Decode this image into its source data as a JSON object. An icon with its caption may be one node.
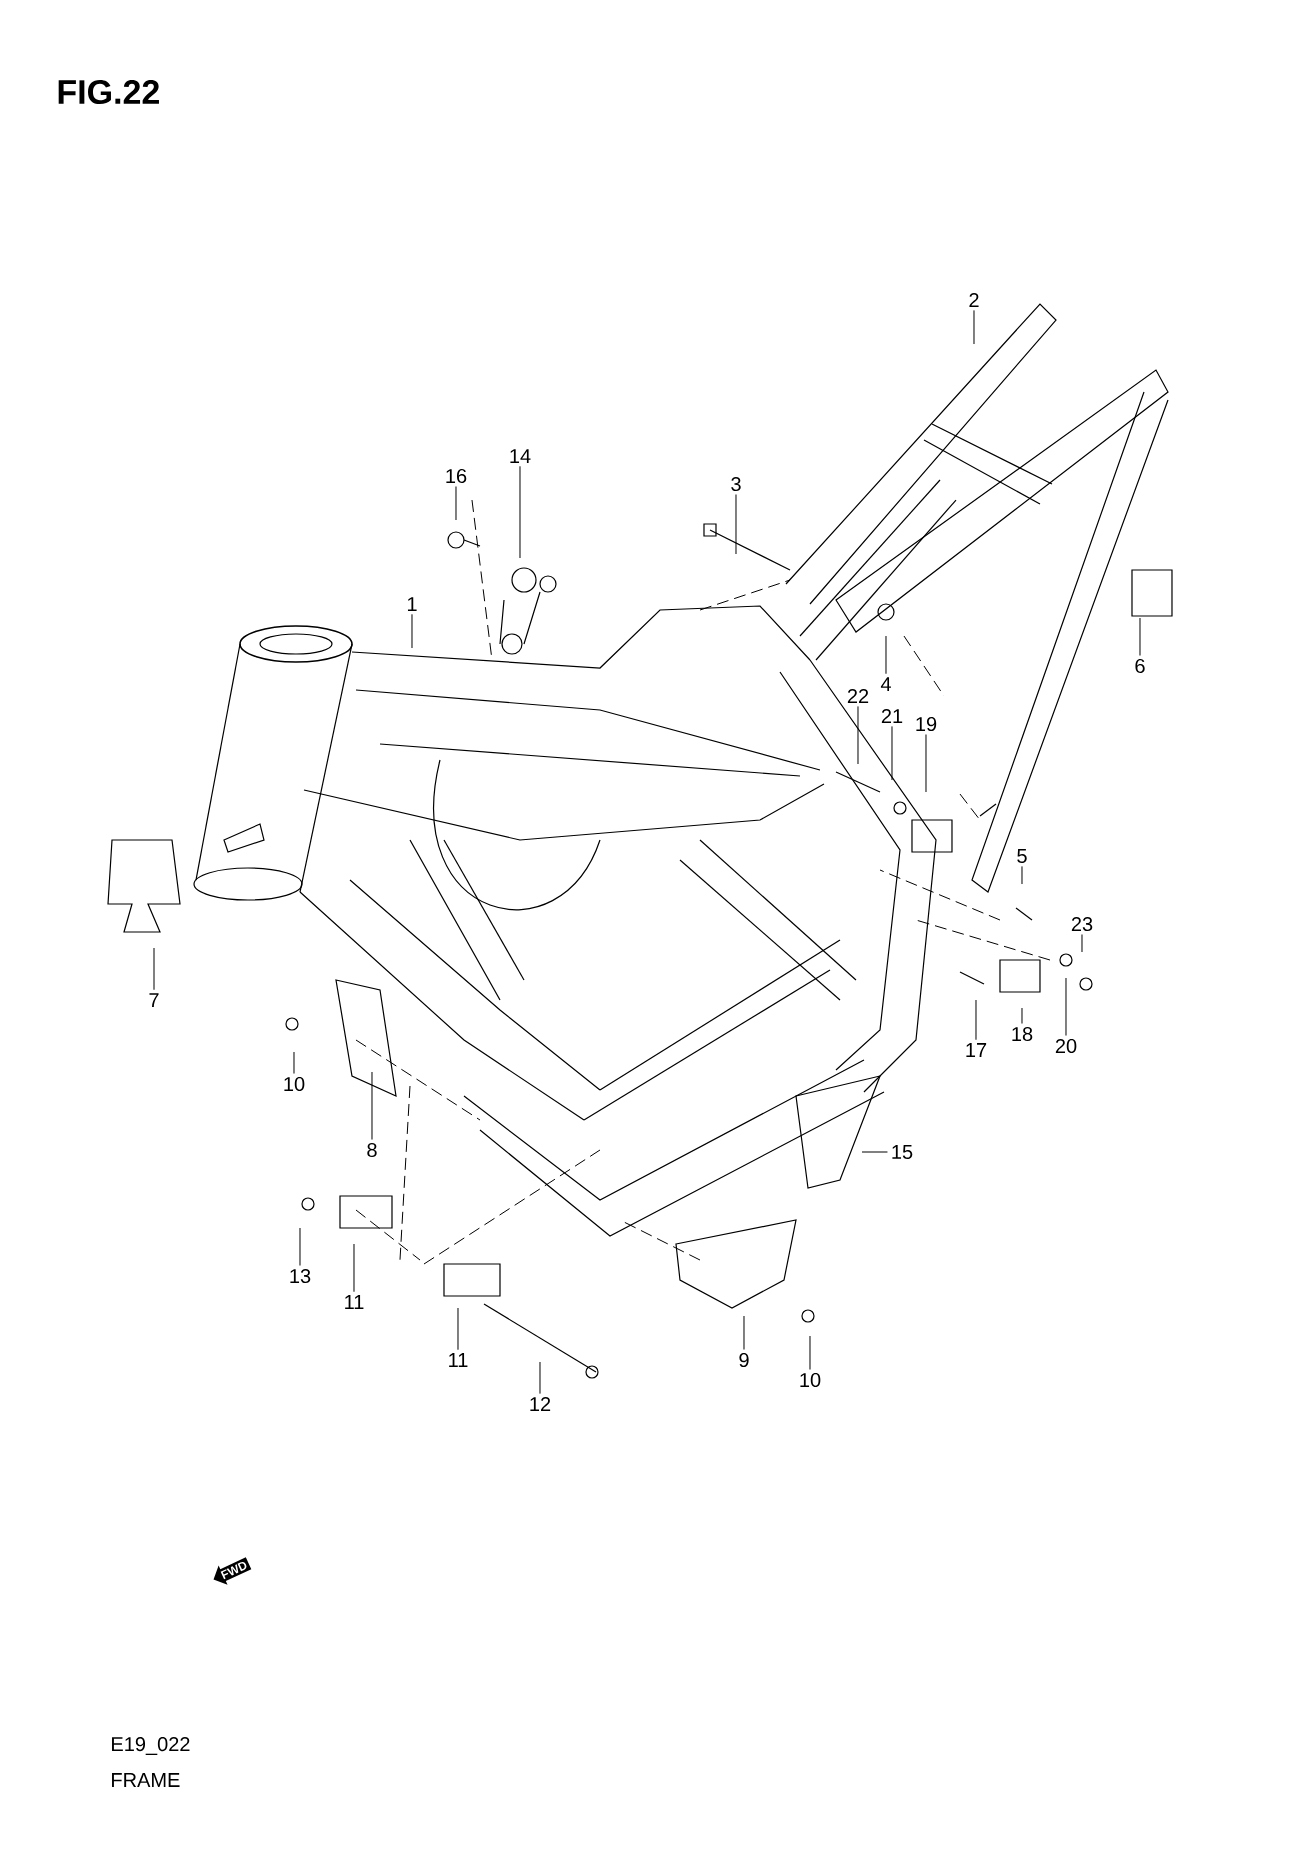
{
  "diagram": {
    "title": "FIG.22",
    "nodes": [
      {
        "text": [
          "1"
        ]
      },
      {
        "text": [
          "2"
        ]
      },
      {
        "text": [
          "3"
        ]
      },
      {
        "text": [
          "4"
        ]
      },
      {
        "text": [
          "5"
        ]
      },
      {
        "text": [
          "6"
        ]
      },
      {
        "text": [
          "7"
        ]
      },
      {
        "text": [
          "8"
        ]
      },
      {
        "text": [
          "9"
        ]
      },
      {
        "text": [
          "10"
        ]
      },
      {
        "text": [
          "10"
        ]
      },
      {
        "text": [
          "11"
        ]
      },
      {
        "text": [
          "11"
        ]
      },
      {
        "text": [
          "12"
        ]
      },
      {
        "text": [
          "13"
        ]
      },
      {
        "text": [
          "14"
        ]
      },
      {
        "text": [
          "15"
        ]
      },
      {
        "text": [
          "16"
        ]
      },
      {
        "text": [
          "17"
        ]
      },
      {
        "text": [
          "18"
        ]
      },
      {
        "text": [
          "19"
        ]
      },
      {
        "text": [
          "20"
        ]
      },
      {
        "text": [
          "21"
        ]
      },
      {
        "text": [
          "22"
        ]
      },
      {
        "text": [
          "23"
        ]
      }
    ],
    "edges": [
      {
        "from": 0,
        "to": null,
        "arrow": "none"
      },
      {
        "from": 1,
        "to": null,
        "arrow": "none"
      },
      {
        "from": 2,
        "to": null,
        "arrow": "none"
      },
      {
        "from": 3,
        "to": null,
        "arrow": "none"
      },
      {
        "from": 4,
        "to": null,
        "arrow": "none"
      },
      {
        "from": 5,
        "to": null,
        "arrow": "none"
      },
      {
        "from": 6,
        "to": null,
        "arrow": "none"
      },
      {
        "from": 7,
        "to": null,
        "arrow": "none"
      },
      {
        "from": 8,
        "to": null,
        "arrow": "none"
      },
      {
        "from": 9,
        "to": null,
        "arrow": "none"
      },
      {
        "from": 10,
        "to": null,
        "arrow": "none"
      },
      {
        "from": 11,
        "to": null,
        "arrow": "none"
      },
      {
        "from": 12,
        "to": null,
        "arrow": "none"
      },
      {
        "from": 13,
        "to": null,
        "arrow": "none"
      },
      {
        "from": 14,
        "to": null,
        "arrow": "none"
      },
      {
        "from": 15,
        "to": null,
        "arrow": "none"
      },
      {
        "from": 16,
        "to": null,
        "arrow": "none"
      },
      {
        "from": 17,
        "to": null,
        "arrow": "none"
      },
      {
        "from": 18,
        "to": null,
        "arrow": "none"
      },
      {
        "from": 19,
        "to": null,
        "arrow": "none"
      },
      {
        "from": 20,
        "to": null,
        "arrow": "none"
      },
      {
        "from": 21,
        "to": null,
        "arrow": "none"
      },
      {
        "from": 22,
        "to": null,
        "arrow": "none"
      },
      {
        "from": 23,
        "to": null,
        "arrow": "none"
      },
      {
        "from": 24,
        "to": null,
        "arrow": "none"
      }
    ],
    "labels": [
      "FWD",
      "E19_022",
      "FRAME"
    ]
  }
}
